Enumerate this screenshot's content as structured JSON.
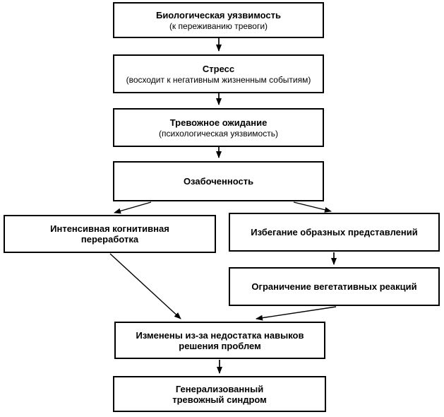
{
  "diagram": {
    "description": "Flowchart of the development of generalized anxiety syndrome",
    "colors": {
      "border": "#000000",
      "background": "#ffffff",
      "text": "#000000"
    },
    "boxes": [
      {
        "id": "biological-vulnerability",
        "lines": [
          "Биологическая уязвимость"
        ],
        "subtitle": "(к переживанию тревоги)"
      },
      {
        "id": "stress",
        "lines": [
          "Стресс"
        ],
        "subtitle": "(восходит к негативным жизненным событиям)"
      },
      {
        "id": "anxious-expectation",
        "lines": [
          "Тревожное ожидание"
        ],
        "subtitle": "(психологическая уязвимость)"
      },
      {
        "id": "worry",
        "lines": [
          "Озабоченность"
        ],
        "subtitle": ""
      },
      {
        "id": "intensive-cognitive-processing",
        "lines": [
          "Интенсивная когнитивная",
          "переработка"
        ],
        "subtitle": ""
      },
      {
        "id": "avoidance-of-imagery",
        "lines": [
          "Избегание образных представлений"
        ],
        "subtitle": ""
      },
      {
        "id": "restriction-of-vegetative-reactions",
        "lines": [
          "Ограничение вегетативных реакций"
        ],
        "subtitle": ""
      },
      {
        "id": "changed-due-to-lack-of-skills",
        "lines": [
          "Изменены из-за недостатка навыков",
          "решения проблем"
        ],
        "subtitle": ""
      },
      {
        "id": "generalized-anxiety-syndrome",
        "lines": [
          "Генерализованный",
          "тревожный синдром"
        ],
        "subtitle": ""
      }
    ],
    "edges": [
      {
        "from": "biological-vulnerability",
        "to": "stress"
      },
      {
        "from": "stress",
        "to": "anxious-expectation"
      },
      {
        "from": "anxious-expectation",
        "to": "worry"
      },
      {
        "from": "worry",
        "to": "intensive-cognitive-processing"
      },
      {
        "from": "worry",
        "to": "avoidance-of-imagery"
      },
      {
        "from": "avoidance-of-imagery",
        "to": "restriction-of-vegetative-reactions"
      },
      {
        "from": "intensive-cognitive-processing",
        "to": "changed-due-to-lack-of-skills"
      },
      {
        "from": "restriction-of-vegetative-reactions",
        "to": "changed-due-to-lack-of-skills"
      },
      {
        "from": "changed-due-to-lack-of-skills",
        "to": "generalized-anxiety-syndrome"
      }
    ]
  }
}
